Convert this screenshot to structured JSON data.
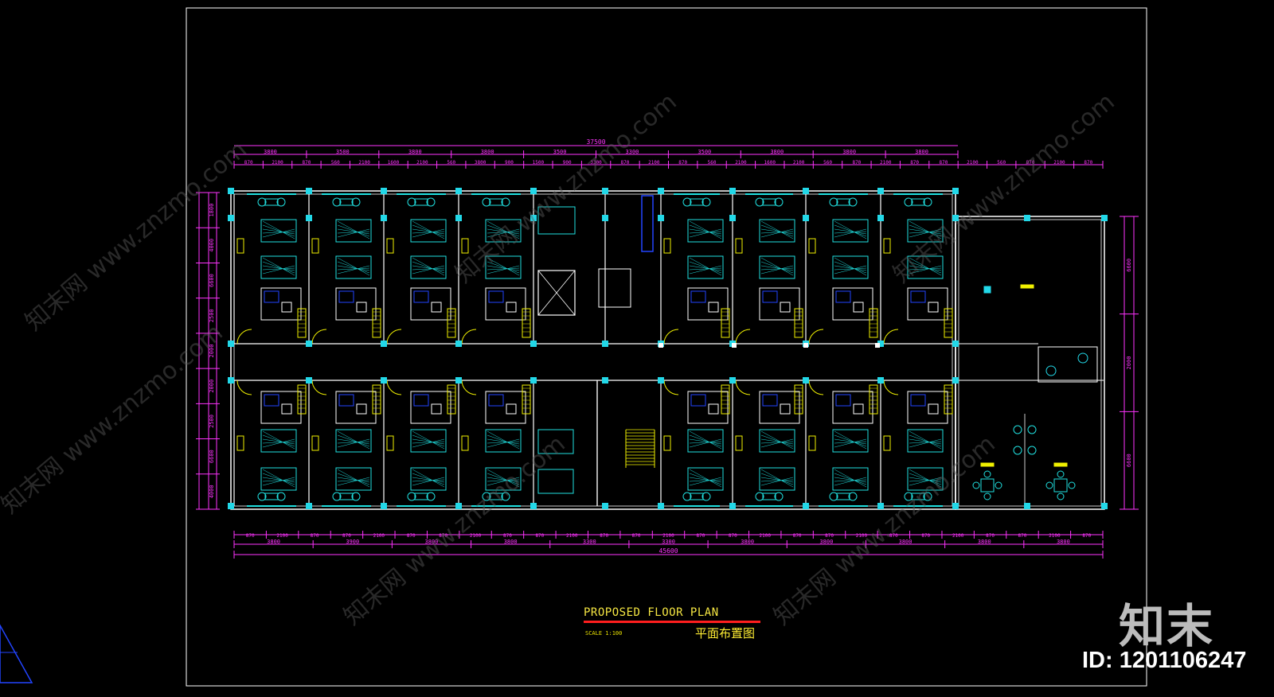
{
  "drawing": {
    "title_en": "PROPOSED FLOOR PLAN",
    "title_cn": "平面布置图",
    "scale": "SCALE 1:100"
  },
  "dimensions": {
    "top_overall": "37500",
    "top_row1": [
      "3800",
      "3500",
      "3800",
      "3800",
      "3500",
      "3300",
      "3500",
      "3800",
      "3800",
      "3800"
    ],
    "top_row2": [
      "870",
      "2100",
      "870",
      "560",
      "2100",
      "1600",
      "2100",
      "560",
      "3800",
      "900",
      "1500",
      "900",
      "3300",
      "870",
      "2100",
      "870",
      "560",
      "2100",
      "1600",
      "2100",
      "560",
      "870",
      "2100",
      "870",
      "870",
      "2100",
      "560",
      "870",
      "2100",
      "870"
    ],
    "bottom_row1": [
      "870",
      "2100",
      "870",
      "870",
      "2100",
      "870",
      "870",
      "2100",
      "870",
      "870",
      "2100",
      "870",
      "870",
      "2100",
      "870",
      "870",
      "2100",
      "870",
      "870",
      "2100",
      "870",
      "870",
      "2100",
      "870",
      "870",
      "2100",
      "870"
    ],
    "bottom_row2": [
      "3800",
      "3900",
      "3800",
      "3800",
      "3300",
      "3300",
      "3800",
      "3800",
      "3800",
      "3800",
      "3800"
    ],
    "bottom_overall": "45600",
    "left": [
      "1800",
      "4000",
      "6600",
      "2500",
      "2000",
      "2000",
      "2500",
      "6600",
      "4000"
    ],
    "right": [
      "6600",
      "2000",
      "6600"
    ]
  },
  "watermark": {
    "brand": "知末",
    "id": "ID: 1201106247",
    "diagonal_text": "知末网 www.znzmo.com"
  },
  "colors": {
    "background": "#000000",
    "frame": "#ffffff",
    "wall": "#ffffff",
    "dimension": "#ff33ff",
    "furniture_cyan": "#20e0e0",
    "furniture_yellow": "#f0f000",
    "column": "#22d8e8",
    "blue": "#2244ff",
    "title_rule": "#ff1e1e"
  }
}
